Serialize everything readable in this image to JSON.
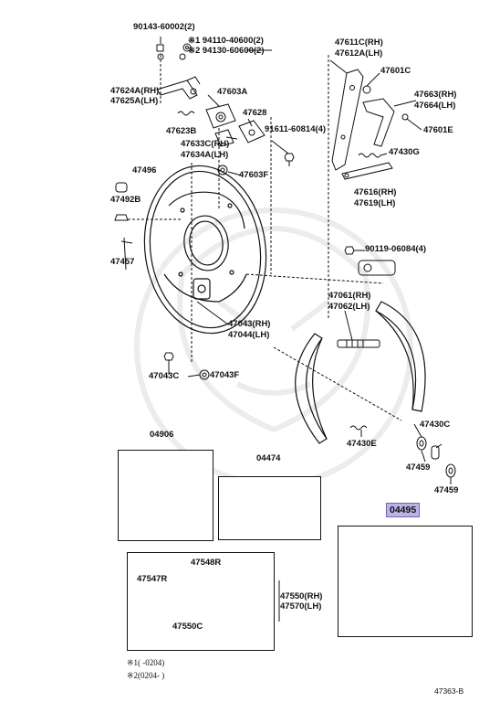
{
  "diagram": {
    "labels": {
      "p90143": "90143-60002(2)",
      "p94110": "※1 94110-40600(2)",
      "p94130": "※2 94130-60600(2)",
      "p47611": "47611C(RH)",
      "p47612": "47612A(LH)",
      "p47601c": "47601C",
      "p47624": "47624A(RH)",
      "p47625": "47625A(LH)",
      "p47603a": "47603A",
      "p47663": "47663(RH)",
      "p47664": "47664(LH)",
      "p47628": "47628",
      "p47623b": "47623B",
      "p91611": "91611-60814(4)",
      "p47601e": "47601E",
      "p47633": "47633C(RH)",
      "p47634": "47634A(LH)",
      "p47430g": "47430G",
      "p47496": "47496",
      "p47603f": "47603F",
      "p47616": "47616(RH)",
      "p47619": "47619(LH)",
      "p47492b": "47492B",
      "p90119": "90119-06084(4)",
      "p47457": "47457",
      "p47061": "47061(RH)",
      "p47062": "47062(LH)",
      "p47043": "47043(RH)",
      "p47044": "47044(LH)",
      "p47043c": "47043C",
      "p47043f": "47043F",
      "p47430c": "47430C",
      "p47430e": "47430E",
      "p47459a": "47459",
      "p47459b": "47459",
      "p04906": "04906",
      "p04474": "04474",
      "p04495": "04495",
      "p47548r": "47548R",
      "p47547r": "47547R",
      "p47550": "47550(RH)",
      "p47570": "47570(LH)",
      "p47550c": "47550C"
    },
    "notes": {
      "n1": "※1(   -0204)",
      "n2": "※2(0204-     )"
    },
    "figure_code": "47363-B"
  }
}
